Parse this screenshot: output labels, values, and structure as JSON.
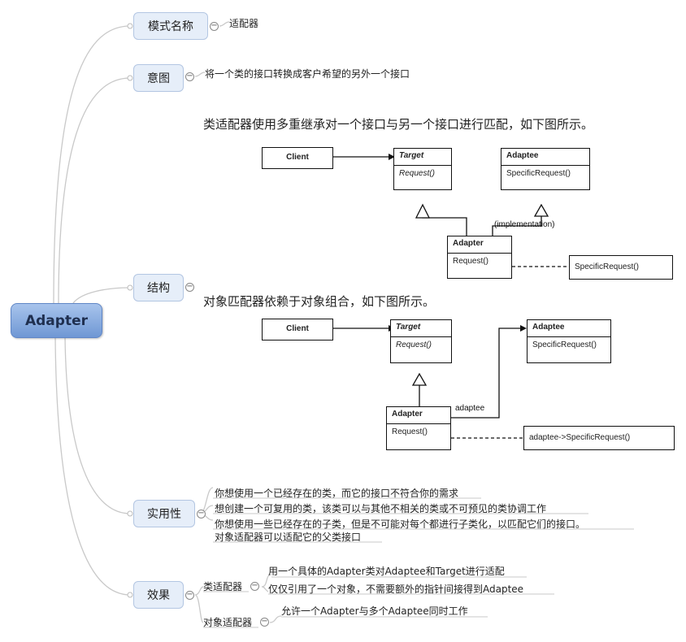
{
  "root": {
    "label": "Adapter"
  },
  "branches": {
    "name": {
      "label": "模式名称",
      "value": "适配器"
    },
    "intent": {
      "label": "意图",
      "value": "将一个类的接口转换成客户希望的另外一个接口"
    },
    "structure": {
      "label": "结构",
      "class_adapter_caption": "类适配器使用多重继承对一个接口与另一个接口进行匹配，如下图所示。",
      "class_diagram": {
        "client": "Client",
        "target": "Target",
        "target_op": "Request()",
        "adaptee": "Adaptee",
        "adaptee_op": "SpecificRequest()",
        "implementation": "(implementation)",
        "adapter": "Adapter",
        "adapter_op": "Request()",
        "note": "SpecificRequest()"
      },
      "object_adapter_caption": "对象匹配器依赖于对象组合，如下图所示。",
      "object_diagram": {
        "client": "Client",
        "target": "Target",
        "target_op": "Request()",
        "adaptee": "Adaptee",
        "adaptee_op": "SpecificRequest()",
        "association": "adaptee",
        "adapter": "Adapter",
        "adapter_op": "Request()",
        "note": "adaptee->SpecificRequest()"
      }
    },
    "applicability": {
      "label": "实用性",
      "items": [
        "你想使用一个已经存在的类，而它的接口不符合你的需求",
        "想创建一个可复用的类，该类可以与其他不相关的类或不可预见的类协调工作",
        "你想使用一些已经存在的子类，但是不可能对每个都进行子类化，以匹配它们的接口。",
        "对象适配器可以适配它的父类接口"
      ]
    },
    "consequences": {
      "label": "效果",
      "class_adapter": {
        "label": "类适配器",
        "items": [
          "用一个具体的Adapter类对Adaptee和Target进行适配",
          "仅仅引用了一个对象，不需要额外的指针间接得到Adaptee"
        ]
      },
      "object_adapter": {
        "label": "对象适配器",
        "items": [
          "允许一个Adapter与多个Adaptee同时工作"
        ]
      }
    }
  },
  "colors": {
    "root_fill": "#7fa3dc",
    "node_fill": "#e6eef9",
    "connector": "#c8c8c8"
  }
}
